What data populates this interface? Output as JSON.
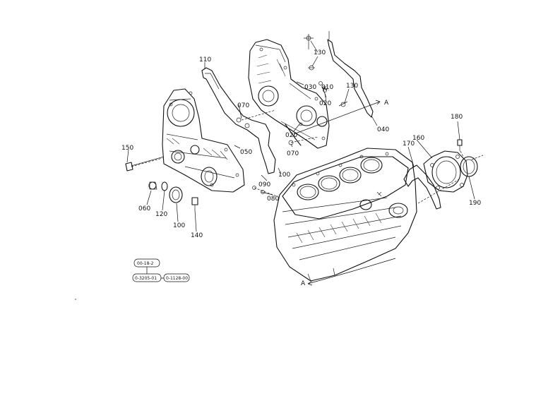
{
  "callouts": {
    "c110": "110",
    "c130a": "130",
    "c030": "030",
    "c010": "010",
    "c020a": "020",
    "c130b": "130",
    "cA1": "A",
    "c070a": "070",
    "c020b": "020",
    "c040": "040",
    "c180": "180",
    "c150": "150",
    "c050": "050",
    "c070b": "070",
    "c160": "160",
    "c170": "170",
    "c100a": "100",
    "c090": "090",
    "c080": "080",
    "c190": "190",
    "c060": "060",
    "c120": "120",
    "c100b": "100",
    "c140": "140",
    "cA2": "A"
  },
  "reference_codes": {
    "top": "00-18-2",
    "left": "0-3205-01",
    "right": "0-1128-00"
  }
}
